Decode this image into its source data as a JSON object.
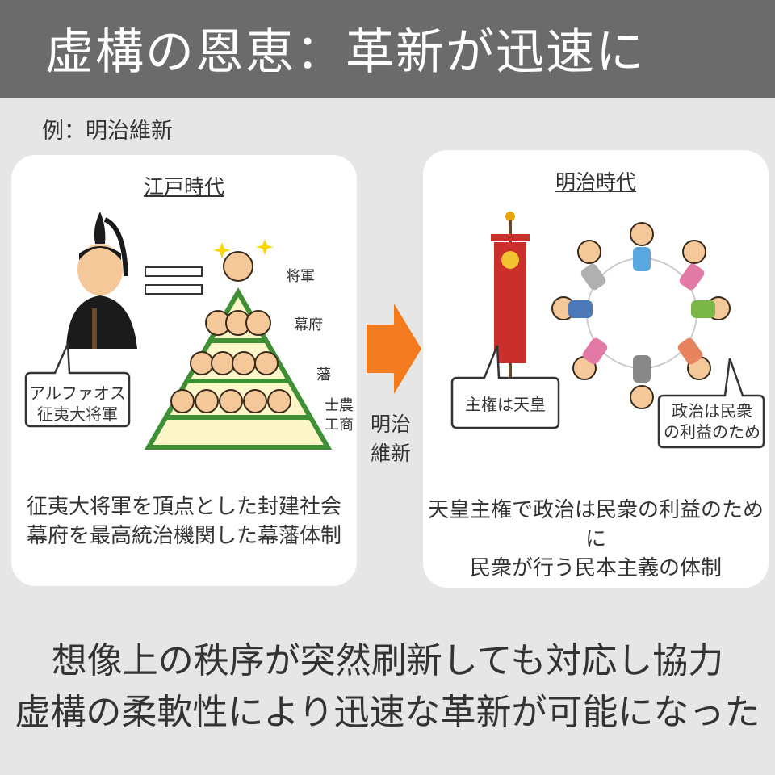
{
  "header": {
    "title": "虚構の恩恵：革新が迅速に"
  },
  "example_label": "例：明治維新",
  "edo": {
    "heading": "江戸時代",
    "bubble_line1": "アルファオス",
    "bubble_line2": "征夷大将軍",
    "ranks": {
      "shogun": "将軍",
      "bakufu": "幕府",
      "han": "藩",
      "commoners_1": "士農",
      "commoners_2": "工商"
    },
    "desc_line1": "征夷大将軍を頂点とした封建社会",
    "desc_line2": "幕府を最高統治機関した幕藩体制"
  },
  "arrow": {
    "line1": "明治",
    "line2": "維新"
  },
  "meiji": {
    "heading": "明治時代",
    "bubble_left": "主権は天皇",
    "bubble_right_line1": "政治は民衆",
    "bubble_right_line2": "の利益のため",
    "desc_line1": "天皇主権で政治は民衆の利益のために",
    "desc_line2": "民衆が行う民本主義の体制"
  },
  "bottom": {
    "line1": "想像上の秩序が突然刷新しても対応し協力",
    "line2": "虚構の柔軟性により迅速な革新が可能になった"
  },
  "colors": {
    "arrow": "#f47a20",
    "title_bar": "#6b6b6b",
    "pyramid": "#3f8f35",
    "banner": "#c9302c"
  }
}
